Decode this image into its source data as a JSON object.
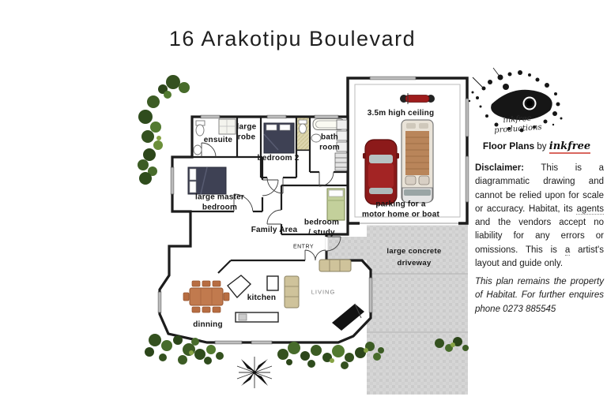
{
  "title": "16 Arakotipu Boulevard",
  "plan": {
    "labels": {
      "ensuite": "ensuite",
      "robe": "large\nrobe",
      "bedroom2": "bedroom 2",
      "bathroom": "bath\nroom",
      "master": "large master\nbedroom",
      "family": "Family Area",
      "study": "bedroom\n/ study",
      "entry": "ENTRY",
      "kitchen": "kitchen",
      "dining": "dinning",
      "living": "LIVING",
      "garage_ceiling": "3.5m high ceiling",
      "garage_parking": "parking for a\nmotor home or boat",
      "driveway": "large concrete\ndriveway"
    }
  },
  "branding": {
    "logo_name": "inkfree",
    "logo_sub": "productions",
    "caption_bold": "Floor Plans",
    "caption_mid": " by ",
    "caption_brand": "inkfree"
  },
  "disclaimer": {
    "label": "Disclaimer:",
    "part1": " This is a diagrammatic drawing and cannot be relied upon for scale or accuracy. Habitat, its ",
    "underlined1": "agents",
    "part2": " and the vendors accept no liability for any errors or omissions. This is ",
    "underlined2": "a",
    "part3": " artist's layout and guide only."
  },
  "note": "This plan remains the property of Habitat. For further enquires phone 0273 885545",
  "colors": {
    "wall": "#1c1c1c",
    "driveway_gray": "#d3d3d3",
    "car_red": "#8c1a1a",
    "bed_navy": "#3e4154",
    "bed_green": "#c3d09b",
    "table_wood": "#c17a4e",
    "sofa_tan": "#cfc39b",
    "tree_green": "#3d5a26",
    "underline_red": "#d9675f"
  }
}
